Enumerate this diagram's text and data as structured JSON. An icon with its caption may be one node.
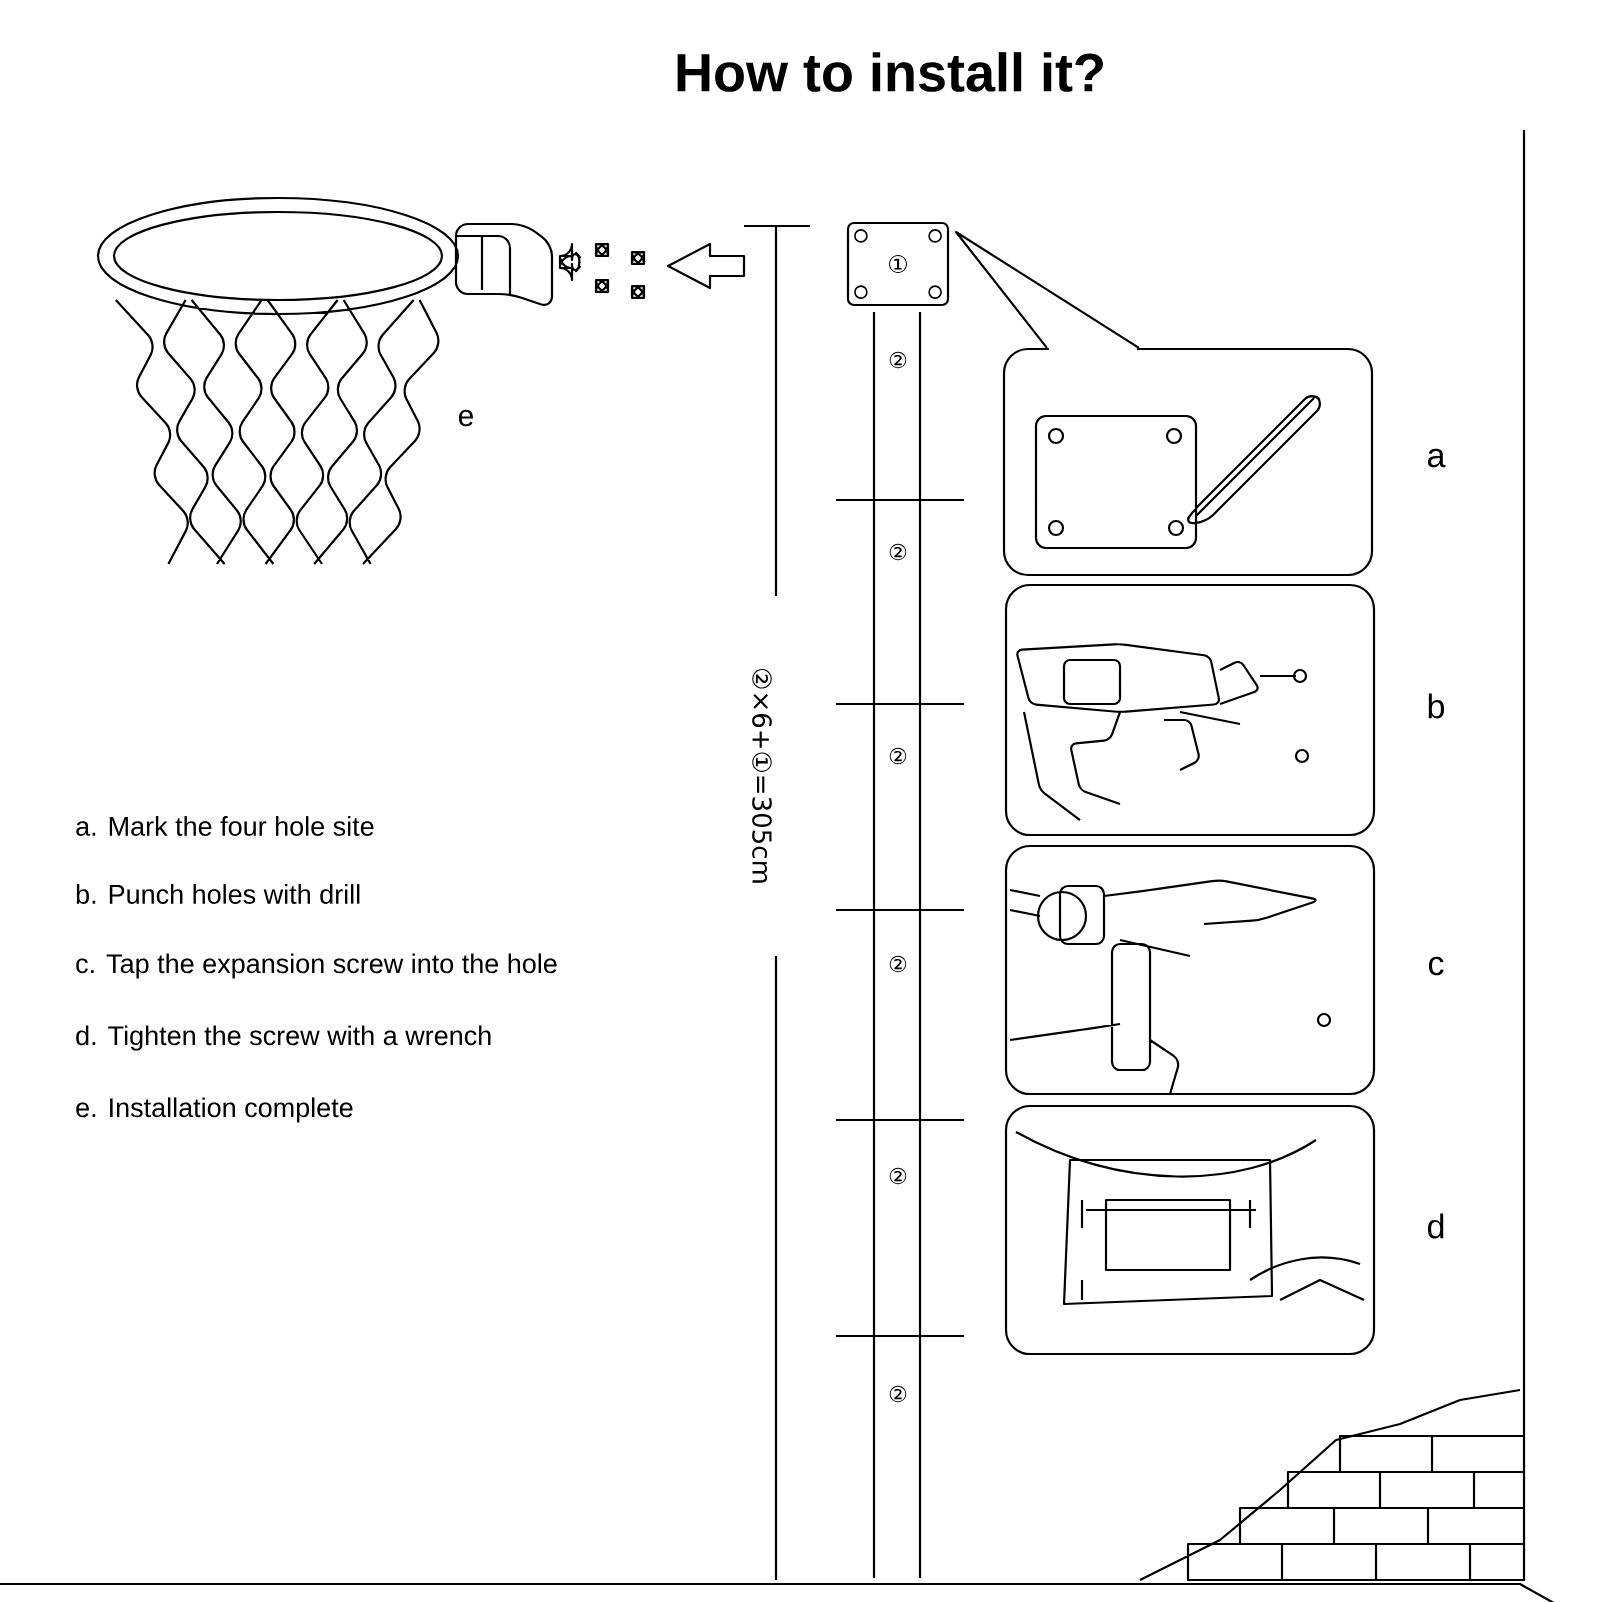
{
  "diagram": {
    "title": "How to install it?",
    "nodes": [
      {
        "text": [
          "①"
        ]
      },
      {
        "text": [],
        "shape": "picture",
        "beside": [
          "a"
        ]
      },
      {
        "text": [],
        "shape": "picture",
        "beside": [
          "b"
        ]
      },
      {
        "text": [],
        "shape": "picture",
        "beside": [
          "c"
        ]
      },
      {
        "text": [],
        "shape": "picture",
        "beside": [
          "d"
        ]
      }
    ],
    "labels": [
      "e",
      "②",
      "②",
      "②",
      "②",
      "②",
      "②",
      "②×6+①=305cm",
      "a. Mark the four hole site",
      "b. Punch holes with drill",
      "c. Tap the expansion screw into the hole",
      "d. Tighten the screw with a wrench",
      "e. Installation complete"
    ]
  }
}
